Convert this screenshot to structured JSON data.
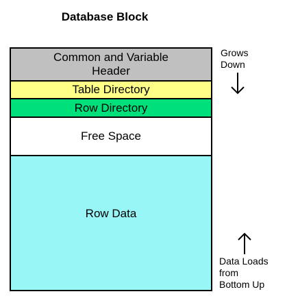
{
  "title": "Database Block",
  "block": {
    "header": [
      "Common and Variable",
      "Header"
    ],
    "table_directory": "Table Directory",
    "row_directory": "Row Directory",
    "free_space": "Free Space",
    "row_data": "Row Data"
  },
  "notes": {
    "grows_down": [
      "Grows",
      "Down"
    ],
    "data_loads": [
      "Data Loads",
      "from",
      "Bottom Up"
    ]
  },
  "colors": {
    "header": "#c0c0c0",
    "table_directory": "#ffff88",
    "row_directory": "#00e07a",
    "free_space": "#ffffff",
    "row_data": "#99f6f6"
  }
}
